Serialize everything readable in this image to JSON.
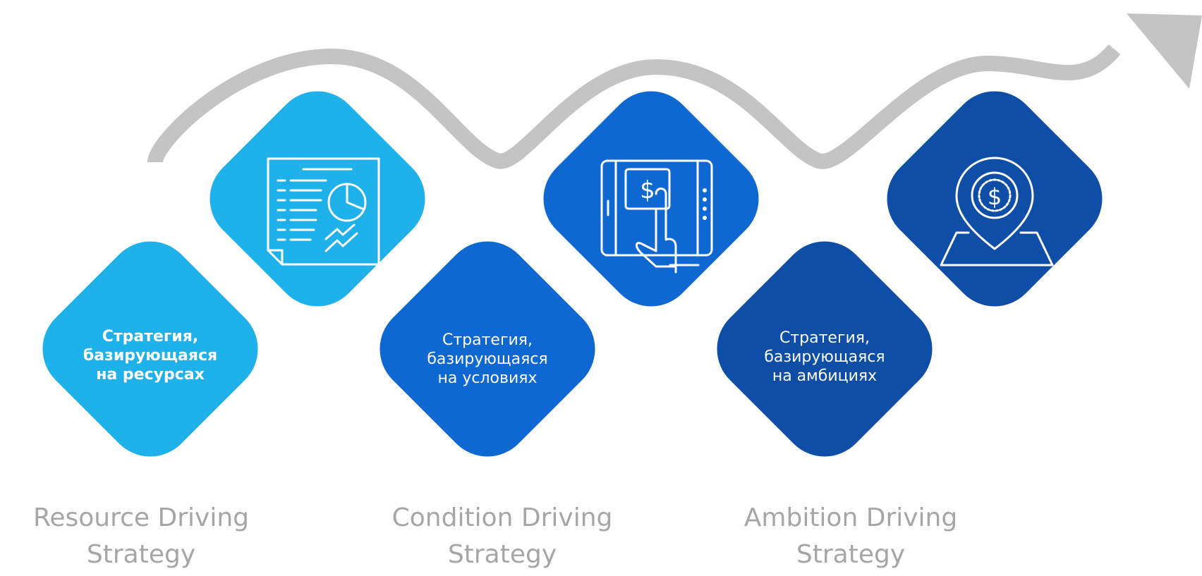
{
  "colors": {
    "arrow": "#c4c4c4",
    "tile_light": "#1eb1ea",
    "tile_medium": "#0f67d2",
    "tile_dark": "#0f4ea6",
    "caption": "#a6a6a6"
  },
  "stages": [
    {
      "icon": "report-chart-icon",
      "label_lines": [
        "Стратегия,",
        "базирующаяся",
        "на ресурсах"
      ],
      "caption_lines": [
        "Resource Driving",
        "Strategy"
      ]
    },
    {
      "icon": "tablet-payment-icon",
      "label_lines": [
        "Стратегия,",
        "базирующаяся",
        "на условиях"
      ],
      "caption_lines": [
        "Condition Driving",
        "Strategy"
      ]
    },
    {
      "icon": "dollar-location-pin-icon",
      "label_lines": [
        "Стратегия,",
        "базирующаяся",
        "на амбициях"
      ],
      "caption_lines": [
        "Ambition Driving",
        "Strategy"
      ]
    }
  ]
}
